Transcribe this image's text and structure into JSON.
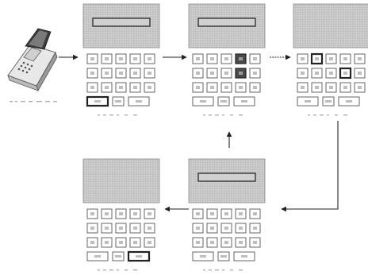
{
  "diagram": {
    "panel_count": 5,
    "device_icon": "handheld-card-terminal-icon",
    "panels": [
      {
        "id": "panel-1",
        "screen_bar": true,
        "highlighted_keys": [
          "bottom-left"
        ],
        "dark_keys": []
      },
      {
        "id": "panel-2",
        "screen_bar": true,
        "highlighted_keys": [],
        "dark_keys": [
          "r1c4",
          "r2c4"
        ]
      },
      {
        "id": "panel-3",
        "screen_bar": false,
        "highlighted_keys": [
          "r1c2",
          "r2c4"
        ],
        "dark_keys": []
      },
      {
        "id": "panel-4",
        "screen_bar": true,
        "highlighted_keys": [],
        "dark_keys": []
      },
      {
        "id": "panel-5",
        "screen_bar": false,
        "highlighted_keys": [
          "bottom-right"
        ],
        "dark_keys": []
      }
    ],
    "flow": [
      "device-to-panel-1",
      "panel-1-to-panel-2",
      "panel-2-to-panel-3",
      "panel-3-to-panel-4",
      "panel-4-to-panel-2",
      "panel-4-to-panel-5"
    ],
    "colors": {
      "screen": "#c4c4c4",
      "outline": "#555555",
      "highlight": "#222222",
      "dark_key": "#4a4a4a"
    }
  }
}
